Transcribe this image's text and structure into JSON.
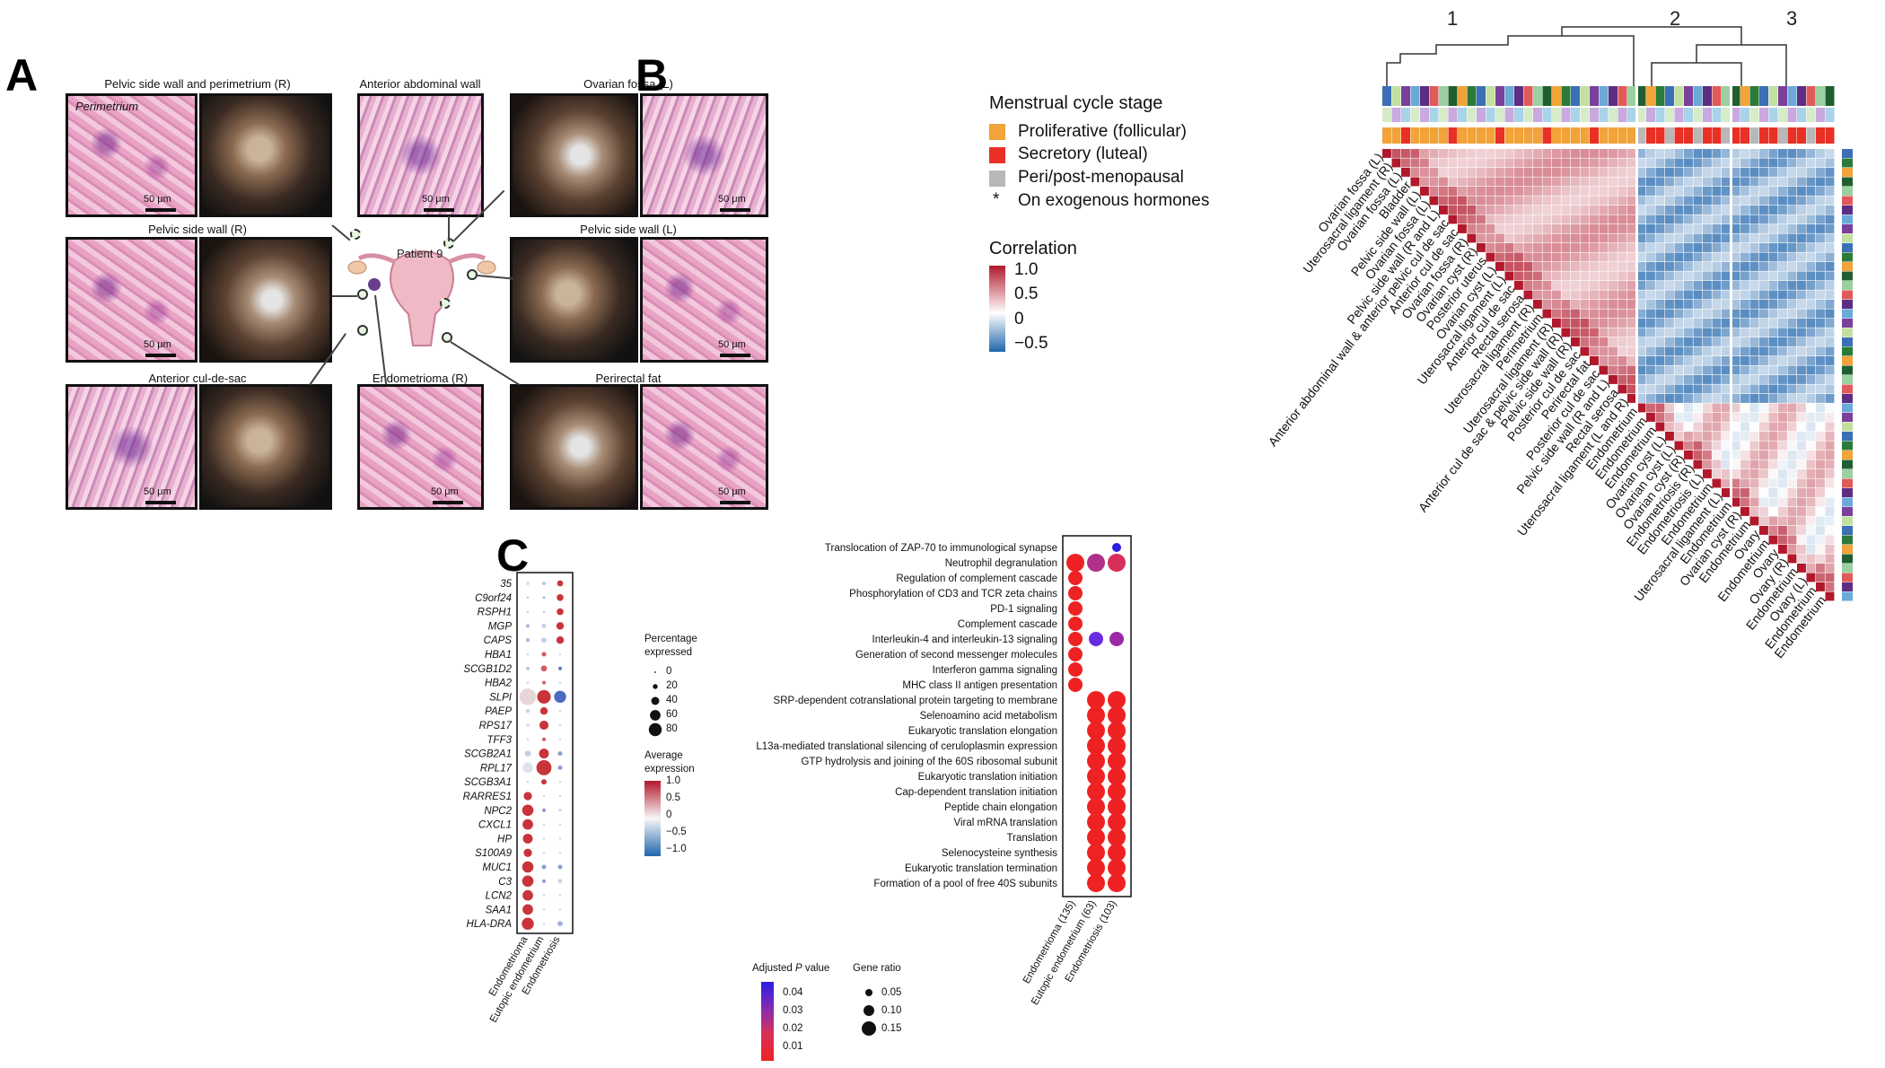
{
  "panels": {
    "a": "A",
    "b": "B",
    "c": "C"
  },
  "panel_a": {
    "patient_label": "Patient 9",
    "perimetrium_label": "Perimetrium",
    "scale_text": "50 μm",
    "tiles": [
      {
        "title": "Pelvic side wall and perimetrium (R)"
      },
      {
        "title": "Anterior abdominal wall"
      },
      {
        "title": "Ovarian fossa (L)"
      },
      {
        "title": "Pelvic side wall (R)"
      },
      {
        "title": "Pelvic side wall (L)"
      },
      {
        "title": "Anterior cul-de-sac"
      },
      {
        "title": "Endometrioma (R)"
      },
      {
        "title": "Perirectal fat"
      }
    ]
  },
  "panel_b": {
    "cluster_labels": [
      "1",
      "2",
      "3"
    ],
    "cycle_title": "Menstrual cycle stage",
    "cycle_items": [
      {
        "label": "Proliferative (follicular)",
        "color": "#f2a33a"
      },
      {
        "label": "Secretory (luteal)",
        "color": "#e83025"
      },
      {
        "label": "Peri/post-menopausal",
        "color": "#b8b8b8"
      }
    ],
    "hormone_item": {
      "symbol": "*",
      "label": "On exogenous hormones"
    },
    "corr_title": "Correlation",
    "corr_ticks": [
      "1.0",
      "0.5",
      "0",
      "−0.5"
    ],
    "row_labels": [
      "Ovarian fossa (L)",
      "Uterosacral ligament (R)",
      "Ovarian fossa (L)",
      "Bladder",
      "Pelvic side wall (L)",
      "Ovarian fossa (L)",
      "Pelvic side wall (R and L)",
      "Anterior abdominal wall & anterior pelvic cul de sac",
      "Anterior cul de sac",
      "Ovarian fossa (R)",
      "Ovarian cyst (R)",
      "Posterior uterus",
      "Ovarian cyst (L)",
      "Uterosacral ligament (L)",
      "Anterior cul de sac",
      "Rectal serosa",
      "Uterosacral ligament (R)",
      "Perimetrium",
      "Uterosacral ligament (R)",
      "Anterior cul de sac & pelvic side wall (R)",
      "Pelvic side wall (R)",
      "Posterior cul de sac",
      "Perirectal fat",
      "Posterior cul de sac",
      "Pelvic side wall (R and L)",
      "Rectal serosa",
      "Uterosacral ligament (L and R)",
      "Endometrium",
      "Endometrium",
      "Endometrium",
      "Ovarian cyst (L)",
      "Ovarian cyst (L)",
      "Ovarian cyst (R)",
      "Endometriosis (R)",
      "Endometriosis (L)",
      "Endometrium",
      "Uterosacral ligament (L)",
      "Endometrium",
      "Ovarian cyst (R)",
      "Endometrium",
      "Ovary",
      "Endometrium",
      "Ovary",
      "Ovary (R)",
      "Endometrium",
      "Ovary (L)",
      "Endometrium",
      "Endometrium"
    ]
  },
  "panel_c": {
    "genes": [
      "35",
      "C9orf24",
      "RSPH1",
      "MGP",
      "CAPS",
      "HBA1",
      "SCGB1D2",
      "HBA2",
      "SLPI",
      "PAEP",
      "RPS17",
      "TFF3",
      "SCGB2A1",
      "RPL17",
      "SCGB3A1",
      "RARRES1",
      "NPC2",
      "CXCL1",
      "HP",
      "S100A9",
      "MUC1",
      "C3",
      "LCN2",
      "SAA1",
      "HLA-DRA"
    ],
    "gene_columns": [
      "Endometrioma",
      "Eutopic endometrium",
      "Endometriosis"
    ],
    "pct_title": [
      "Percentage",
      "expressed"
    ],
    "pct_ticks": [
      "0",
      "20",
      "40",
      "60",
      "80"
    ],
    "avg_title": [
      "Average",
      "expression"
    ],
    "avg_ticks": [
      "1.0",
      "0.5",
      "0",
      "−0.5",
      "−1.0"
    ],
    "pathways": [
      "Translocation of ZAP-70 to immunological synapse",
      "Neutrophil degranulation",
      "Regulation of complement cascade",
      "Phosphorylation of CD3 and TCR zeta chains",
      "PD-1 signaling",
      "Complement cascade",
      "Interleukin-4 and interleukin-13 signaling",
      "Generation of second messenger molecules",
      "Interferon gamma signaling",
      "MHC class II antigen presentation",
      "SRP-dependent cotranslational protein targeting to membrane",
      "Selenoamino acid metabolism",
      "Eukaryotic translation elongation",
      "L13a-mediated translational silencing of ceruloplasmin expression",
      "GTP hydrolysis and joining of the 60S ribosomal subunit",
      "Eukaryotic translation initiation",
      "Cap-dependent translation initiation",
      "Peptide chain elongation",
      "Viral mRNA translation",
      "Translation",
      "Selenocysteine synthesis",
      "Eukaryotic translation termination",
      "Formation of a pool of free 40S subunits"
    ],
    "pathway_columns": [
      "Endometrioma (135)",
      "Eutopic endometrium (63)",
      "Endometriosis (103)"
    ],
    "padj_title": [
      "Adjusted ",
      "P",
      " value"
    ],
    "padj_ticks": [
      "0.04",
      "0.03",
      "0.02",
      "0.01"
    ],
    "ratio_title": "Gene ratio",
    "ratio_ticks": [
      "0.05",
      "0.10",
      "0.15"
    ]
  }
}
